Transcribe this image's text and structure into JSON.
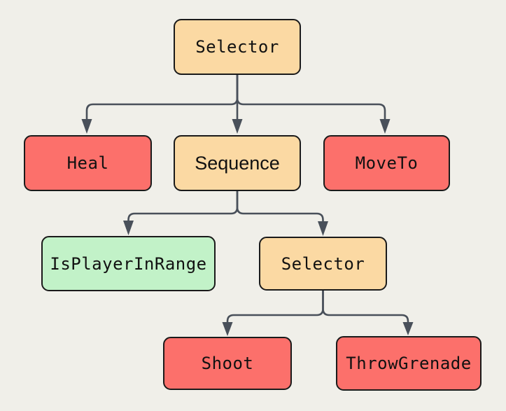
{
  "diagram": {
    "type": "behavior-tree-flowchart",
    "background_color": "#F0EFE9",
    "connector_color": "#49505A",
    "node_border_color": "#1A1A1A",
    "text_color": "#111111",
    "node_fill_colors": {
      "composite": "#FBD9A3",
      "action": "#FC706B",
      "condition": "#C2F2C8"
    },
    "nodes": {
      "root": {
        "label": "Selector",
        "type": "composite"
      },
      "heal": {
        "label": "Heal",
        "type": "action"
      },
      "sequence": {
        "label": "Sequence",
        "type": "composite"
      },
      "moveto": {
        "label": "MoveTo",
        "type": "action"
      },
      "isplayerinrange": {
        "label": "IsPlayerInRange",
        "type": "condition"
      },
      "selector2": {
        "label": "Selector",
        "type": "composite"
      },
      "shoot": {
        "label": "Shoot",
        "type": "action"
      },
      "throwgrenade": {
        "label": "ThrowGrenade",
        "type": "action"
      }
    },
    "edges": [
      {
        "from": "root",
        "to": "heal"
      },
      {
        "from": "root",
        "to": "sequence"
      },
      {
        "from": "root",
        "to": "moveto"
      },
      {
        "from": "sequence",
        "to": "isplayerinrange"
      },
      {
        "from": "sequence",
        "to": "selector2"
      },
      {
        "from": "selector2",
        "to": "shoot"
      },
      {
        "from": "selector2",
        "to": "throwgrenade"
      }
    ]
  }
}
